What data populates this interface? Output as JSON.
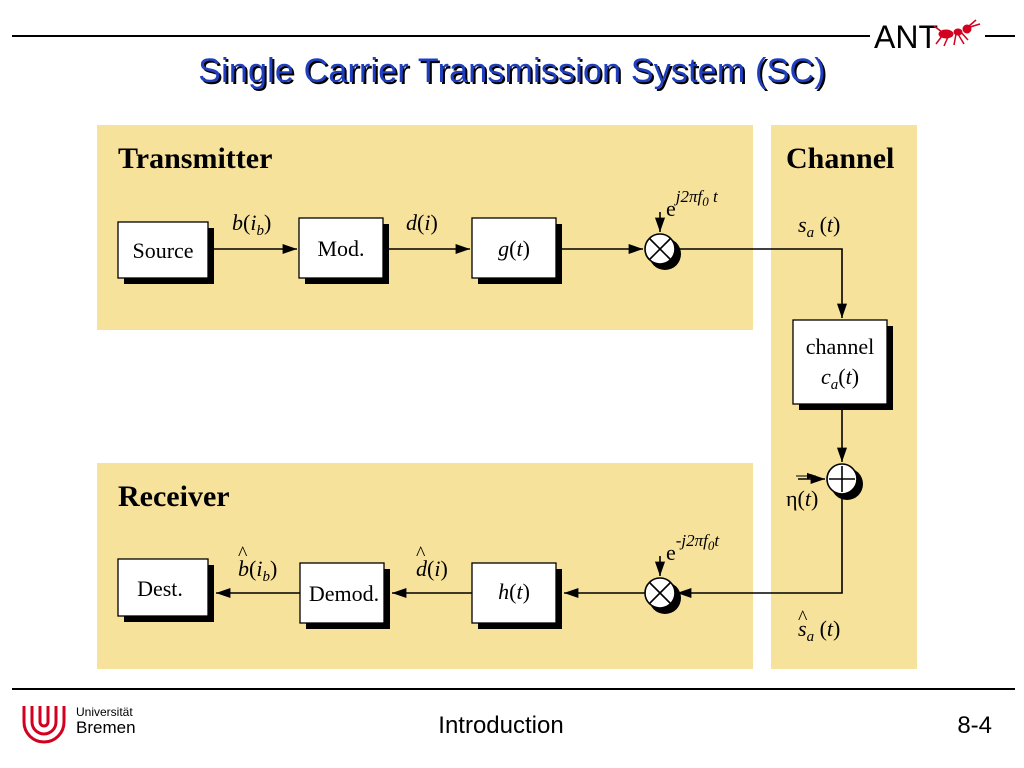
{
  "title": "Single Carrier Transmission System (SC)",
  "logo": {
    "ant_text": "ANT",
    "university_line1": "Universität",
    "university_line2": "Bremen"
  },
  "footer": {
    "center": "Introduction",
    "page": "8-4"
  },
  "sections": {
    "transmitter": "Transmitter",
    "channel": "Channel",
    "receiver": "Receiver"
  },
  "blocks": {
    "source": "Source",
    "mod": "Mod.",
    "g": {
      "func": "g",
      "arg": "t"
    },
    "channel_line1": "channel",
    "channel_c": {
      "func": "c",
      "sub": "a",
      "arg": "t"
    },
    "dest": "Dest.",
    "demod": "Demod.",
    "h": {
      "func": "h",
      "arg": "t"
    }
  },
  "labels": {
    "b_ib": {
      "func": "b",
      "arg": "i",
      "sub": "b"
    },
    "d_i": {
      "func": "d",
      "arg": "i"
    },
    "carrier_up": {
      "base": "e",
      "exp": "j2πf",
      "exp_sub": "0",
      "exp_tail": " t"
    },
    "carrier_down": {
      "base": "e",
      "exp": "-j2πf",
      "exp_sub": "0",
      "exp_tail": "t"
    },
    "s_a": {
      "func": "s",
      "sub": "a",
      "arg": "t"
    },
    "eta": {
      "func": "η",
      "arg": "t"
    },
    "s_a_hat": {
      "hat": "^",
      "func": "s",
      "sub": "a",
      "arg": "t"
    },
    "d_hat": {
      "hat": "^",
      "func": "d",
      "arg": "i"
    },
    "b_hat": {
      "hat": "^",
      "func": "b",
      "arg": "i",
      "sub": "b"
    }
  },
  "colors": {
    "panel": "#f7e29c",
    "title_blue": "#1f3fbf",
    "logo_red": "#d3001f",
    "line": "#000000"
  }
}
